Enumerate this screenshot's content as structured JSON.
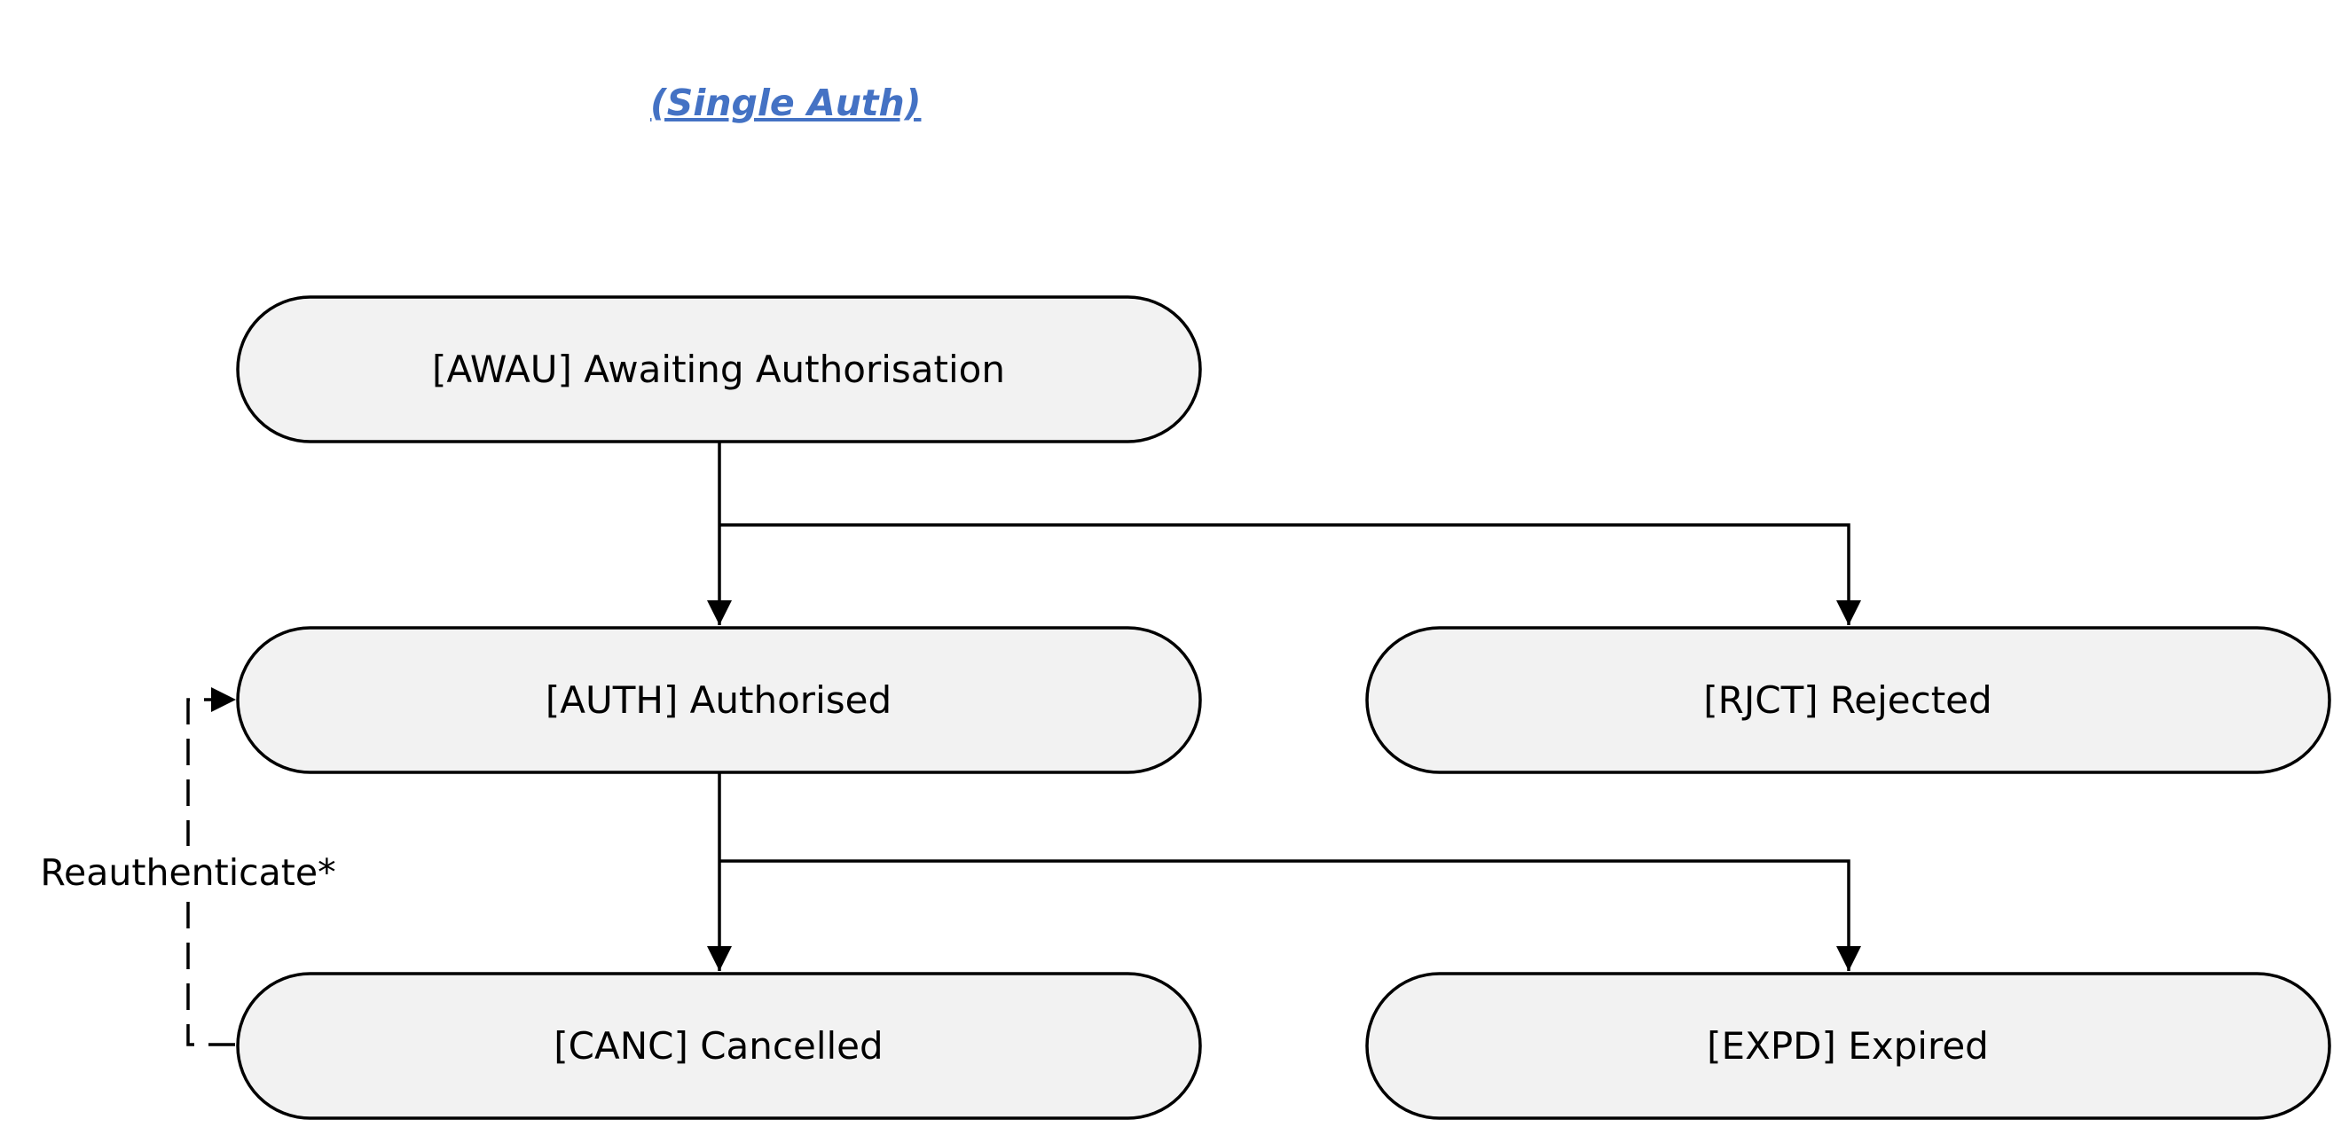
{
  "title": "(Single Auth)",
  "colors": {
    "title": "#4472c4",
    "node_fill": "#f2f2f2",
    "node_stroke": "#000000",
    "edge": "#000000",
    "text": "#000000"
  },
  "states": {
    "awau": "[AWAU] Awaiting Authorisation",
    "auth": "[AUTH] Authorised",
    "rjct": "[RJCT] Rejected",
    "canc": "[CANC] Cancelled",
    "expd": "[EXPD] Expired"
  },
  "edges": {
    "reauth_label": "Reauthenticate*"
  }
}
